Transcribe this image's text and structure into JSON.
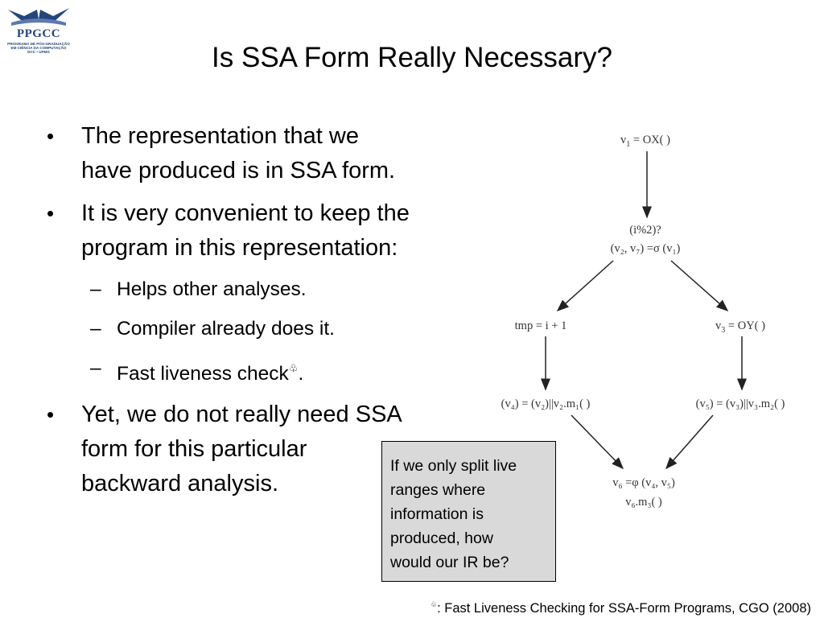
{
  "logo": {
    "brand": "PPGCC",
    "sub_line1": "PROGRAMA DE PÓS-GRADUAÇÃO",
    "sub_line2": "EM CIÊNCIA DA COMPUTAÇÃO",
    "sub_line3": "DCC • UFMG",
    "color": "#24457d"
  },
  "slide": {
    "title": "Is SSA Form Really Necessary?",
    "bullet_marker": "•",
    "dash_marker": "–",
    "club_symbol": "♧",
    "bullets": [
      {
        "lines": [
          "The representation that we",
          "have produced is in SSA form."
        ]
      },
      {
        "lines": [
          "It is very convenient to keep the",
          "program in this representation:"
        ]
      },
      {
        "lines": [
          "Yet, we do not really need SSA",
          "form for this particular",
          "backward analysis."
        ]
      }
    ],
    "sub_bullets": [
      {
        "text": "Helps other analyses."
      },
      {
        "text": "Compiler already does it."
      },
      {
        "text": "Fast liveness check",
        "suffix": "."
      }
    ]
  },
  "diagram": {
    "node_v1": {
      "main": "v",
      "sub": "1",
      "rest": " = OX( )"
    },
    "node_cond_line1": "(i%2)?",
    "node_cond_line2": "(v₂, v₇) =σ (v₁)",
    "node_tmp": "tmp = i + 1",
    "node_v3": {
      "main": "v",
      "sub": "3",
      "rest": " = OY( )"
    },
    "node_left_call": "(v₄) = (v₂)||v₂.m₁( )",
    "node_right_call": "(v₅) = (v₃)||v₃.m₂( )",
    "node_phi": "v₆ =φ (v₄, v₅)",
    "node_final": "v₆.m₃( )"
  },
  "callout": {
    "lines": [
      "If we only split live",
      "ranges where",
      "information is",
      "produced, how",
      "would our IR be?"
    ],
    "background": "#d9d9d9"
  },
  "footnote": {
    "text": ": Fast Liveness Checking for SSA-Form Programs, CGO (2008)"
  }
}
